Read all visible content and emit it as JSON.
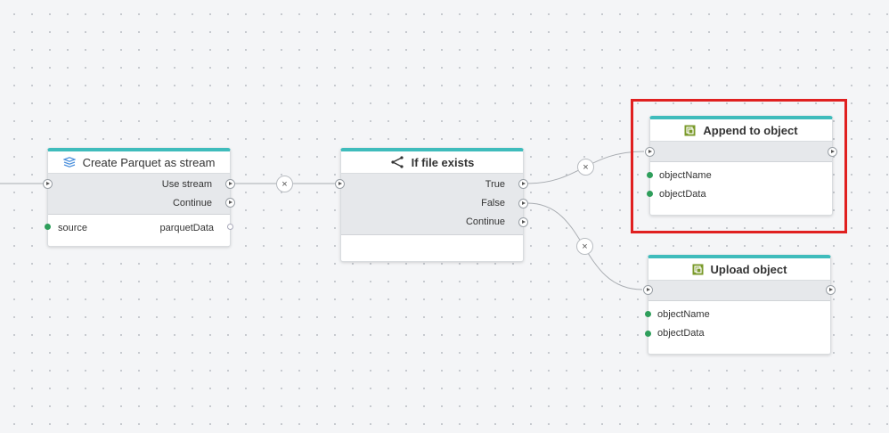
{
  "canvas": {
    "nodes": {
      "create_parquet": {
        "title": "Create Parquet as stream",
        "outputs": [
          "Use stream",
          "Continue"
        ],
        "input_param": "source",
        "output_param": "parquetData"
      },
      "if_file_exists": {
        "title": "If file exists",
        "outputs": [
          "True",
          "False",
          "Continue"
        ]
      },
      "append_object": {
        "title": "Append to object",
        "params": [
          "objectName",
          "objectData"
        ]
      },
      "upload_object": {
        "title": "Upload object",
        "params": [
          "objectName",
          "objectData"
        ]
      }
    },
    "remove_connection_symbol": "×",
    "colors": {
      "header_accent": "#3fbcbc",
      "pin_connected": "#2e9e5b",
      "highlight": "#e02020",
      "icon_green": "#7a9a2a"
    }
  }
}
